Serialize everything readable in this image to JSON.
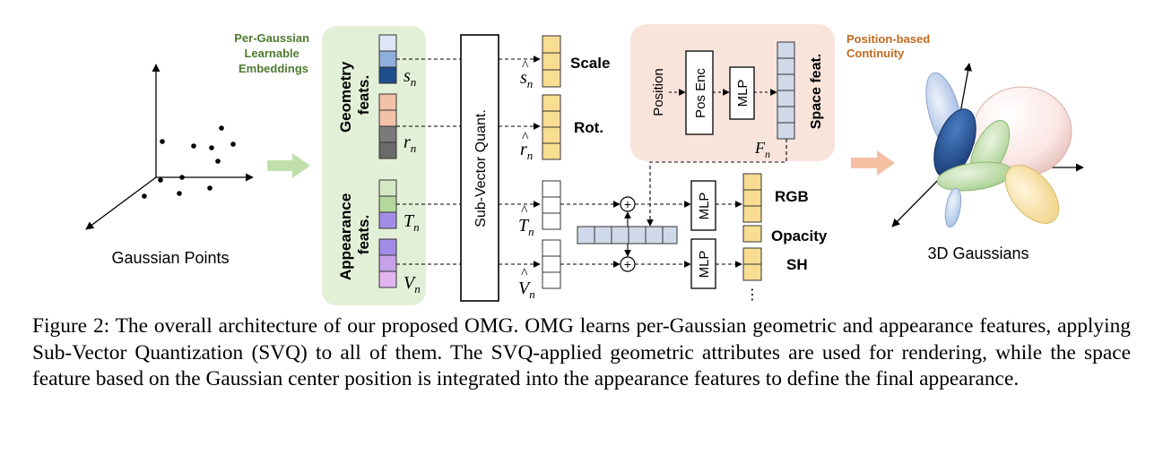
{
  "figure": {
    "points_caption": "Gaussian Points",
    "embeddings_label": [
      "Per-Gaussian",
      "Learnable",
      "Embeddings"
    ],
    "continuity_label": [
      "Position-based",
      "Continuity"
    ],
    "geometry_feats": [
      "Geometry",
      "feats."
    ],
    "appearance_feats": [
      "Appearance",
      "feats."
    ],
    "svq_label": "Sub-Vector Quant.",
    "sym_s": "s",
    "sym_r": "r",
    "sym_T": "T",
    "sym_V": "V",
    "sym_F": "F",
    "sub_n": "n",
    "scale_label": "Scale",
    "rot_label": "Rot.",
    "position_label": "Position",
    "posenc_label": "Pos Enc",
    "mlp_label": "MLP",
    "space_feat_label": "Space feat.",
    "rgb_label": "RGB",
    "opacity_label": "Opacity",
    "sh_label": "SH",
    "ellipsis": "⋮",
    "plus": "+",
    "output_caption": "3D Gaussians",
    "colors": {
      "embed_bg": "#e3f0d8",
      "continuity_bg": "#f9e4dc",
      "embed_text": "#4e7a2f",
      "continuity_text": "#c26a1f",
      "yellow": "#f9dd92",
      "geometry_blues": [
        "#dce6f4",
        "#8eaedb",
        "#1f4e8c"
      ],
      "geometry_pinks": [
        "#f3c1a8",
        "#f3c1a8"
      ],
      "geometry_grays": [
        "#7a7a7a",
        "#6a6a6a"
      ],
      "appearance_greens": [
        "#d4e8c6",
        "#b4d79c"
      ],
      "appearance_purples": [
        "#a38ce6",
        "#c7a2ea",
        "#c7a2ea",
        "#e2b5f1"
      ],
      "space_blue": "#cfd9ea",
      "arrow_green": "#b9dca2",
      "arrow_orange": "#f4b89a"
    }
  },
  "caption": "Figure 2: The overall architecture of our proposed OMG. OMG learns per-Gaussian geometric and appearance features, applying Sub-Vector Quantization (SVQ) to all of them. The SVQ-applied geometric attributes are used for rendering, while the space feature based on the Gaussian center position is integrated into the appearance features to define the final appearance."
}
